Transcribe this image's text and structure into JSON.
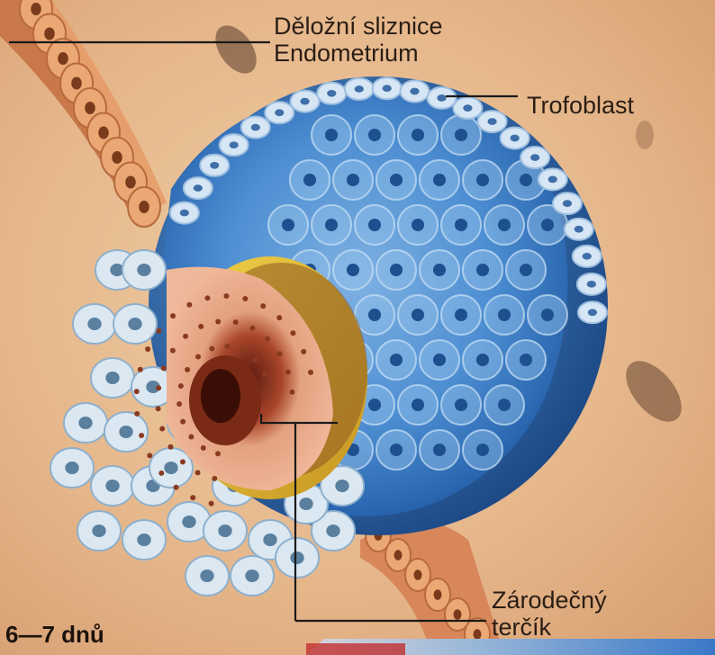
{
  "labels": {
    "endometrium_cz": "Děložní sliznice",
    "endometrium_lat": "Endometrium",
    "trophoblast": "Trofoblast",
    "embryonic_disc_line1": "Zárodečný",
    "embryonic_disc_line2": "terčík",
    "age": "6—7 dnů"
  },
  "colors": {
    "tissue_background": "#e6b98e",
    "cavity_blue": "#3d7fc9",
    "trophoblast_cells": "#cfe0ef",
    "disc_yellow": "#e7c23a",
    "disc_peach": "#e7a88a",
    "label_text": "#2a1d14",
    "pointer_line": "#1a1a1a"
  }
}
